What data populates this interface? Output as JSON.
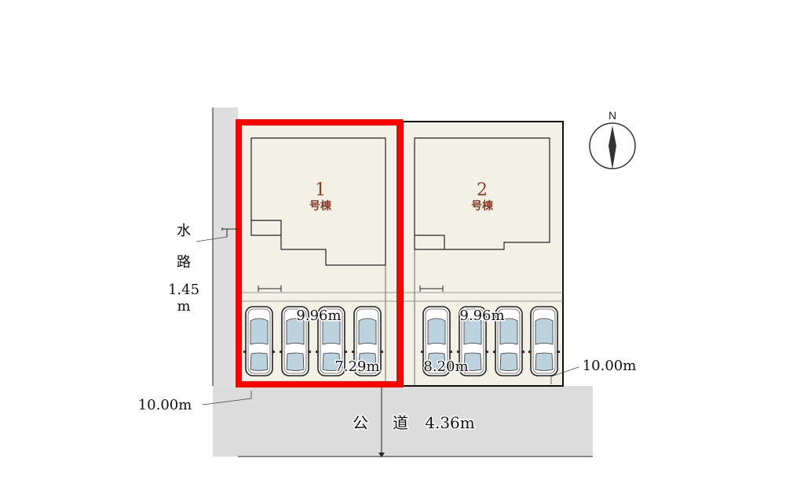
{
  "compass": {
    "label": "N"
  },
  "waterway": {
    "char1": "水",
    "char2": "路",
    "width_value": "1.45",
    "width_unit": "m"
  },
  "lots": [
    {
      "number": "1",
      "suffix": "号棟",
      "frontage": "9.96m",
      "depth": "7.29m",
      "highlighted": true
    },
    {
      "number": "2",
      "suffix": "号棟",
      "frontage": "9.96m",
      "depth": "8.20m",
      "highlighted": false
    }
  ],
  "dimensions": {
    "left_bottom": "10.00m",
    "right_bottom": "10.00m"
  },
  "road": {
    "char1": "公",
    "char2": "道",
    "width": "4.36m"
  },
  "colors": {
    "highlight": "#ff0000",
    "lot_fill": "#f3f1e6",
    "road": "#dcdcdc",
    "label": "#8b3b26"
  }
}
